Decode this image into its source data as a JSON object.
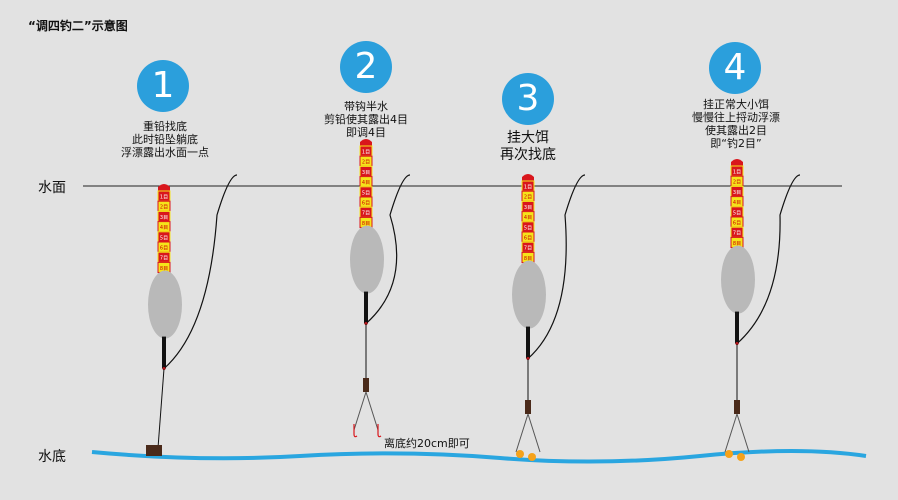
{
  "title": "“调四钓二”示意图",
  "labels": {
    "water_surface": "水面",
    "water_bottom": "水底",
    "distance_note": "离底约20cm即可"
  },
  "segment_labels": [
    "1目",
    "2目",
    "3目",
    "4目",
    "5目",
    "6目",
    "7目",
    "8目"
  ],
  "colors": {
    "circle": "#2b9fdc",
    "segment_red": "#d9161c",
    "segment_yellow": "#f5e41a",
    "float_body": "#b9b9b9",
    "water_line": "#2aa6e0",
    "bait": "#f5a21a"
  },
  "steps": [
    {
      "number": "1",
      "lines": [
        "重铅找底",
        "此时铅坠躺底",
        "浮漂露出水面一点"
      ]
    },
    {
      "number": "2",
      "lines": [
        "带钩半水",
        "剪铅使其露出4目",
        "即调4目"
      ]
    },
    {
      "number": "3",
      "lines": [
        "挂大饵",
        "再次找底"
      ]
    },
    {
      "number": "4",
      "lines": [
        "挂正常大小饵",
        "慢慢往上捋动浮漂",
        "使其露出2目",
        "即“钓2目”"
      ]
    }
  ]
}
